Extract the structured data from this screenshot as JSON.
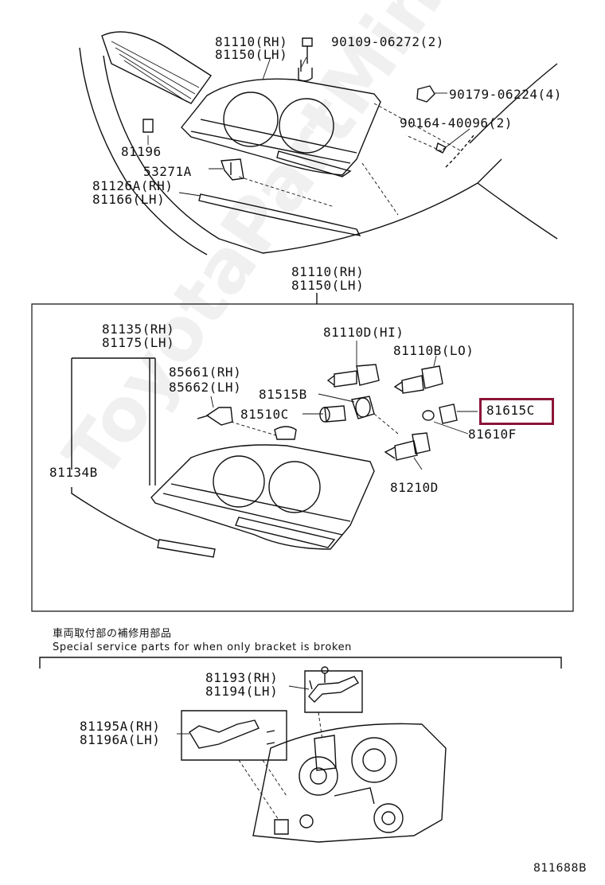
{
  "labels": {
    "p1": "81110(RH)",
    "p2": "81150(LH)",
    "p3": "90109-06272(2)",
    "p4": "90179-06224(4)",
    "p5": "90164-40096(2)",
    "p6": "81196",
    "p7": "53271A",
    "p8": "81126A(RH)",
    "p9": "81166(LH)",
    "p10": "81110(RH)",
    "p11": "81150(LH)",
    "p12": "81135(RH)",
    "p13": "81175(LH)",
    "p14": "81110D(HI)",
    "p15": "81110B(LO)",
    "p16": "85661(RH)",
    "p17": "85662(LH)",
    "p18": "81515B",
    "p19": "81510C",
    "p20": "81615C",
    "p21": "81610F",
    "p22": "81134B",
    "p23": "81210D",
    "p24": "81193(RH)",
    "p25": "81194(LH)",
    "p26": "81195A(RH)",
    "p27": "81196A(LH)"
  },
  "notes": {
    "jp": "車両取付部の補修用部品",
    "en": "Special service parts for when only bracket is broken",
    "code": "811688B"
  },
  "watermark": "ToyotaPartMine.ru",
  "highlight_color": "#8b1538"
}
